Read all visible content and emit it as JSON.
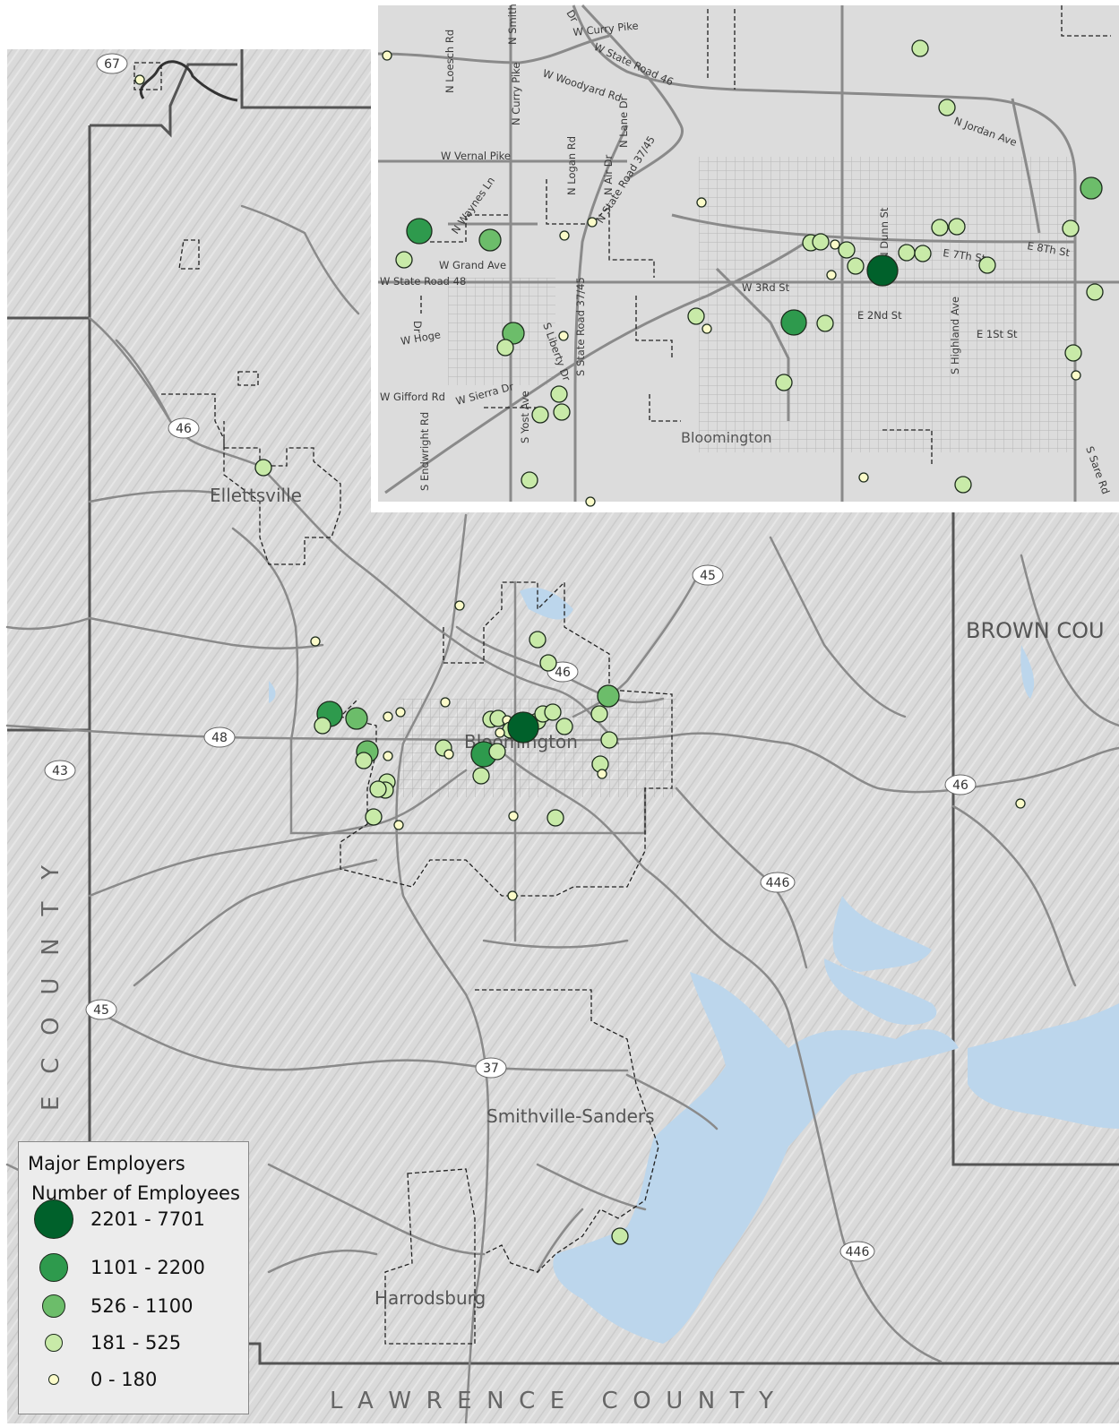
{
  "colors": {
    "background": "#dcdcdc",
    "road": "#8a8a8a",
    "county_line": "#555555",
    "water": "#bcd6ec",
    "class_5": "#00612b",
    "class_4": "#2e9a4d",
    "class_3": "#6cbd6a",
    "class_2": "#c8eaa8",
    "class_1": "#fbfbc9"
  },
  "places": {
    "ellettsville": "Ellettsville",
    "bloomington": "Bloomington",
    "smithville": "Smithville-Sanders",
    "harrodsburg": "Harrodsburg",
    "brown_county": "BROWN COU",
    "lawrence_county": "L  A  W  R  E  N  C  E     C  O  U  N  T  Y",
    "west_county": "E   C   O   U   N   T   Y"
  },
  "shields": {
    "s67": "67",
    "s46a": "46",
    "s45a": "45",
    "s46b": "46",
    "s48": "48",
    "s43": "43",
    "s46c": "46",
    "s446a": "446",
    "s45b": "45",
    "s37": "37",
    "s446b": "446"
  },
  "inset": {
    "streets": {
      "loesch": "N Loesch Rd",
      "smith": "N Smith",
      "curry": "W Curry Pike",
      "sr46": "W State Road 46",
      "woodyard": "W Woodyard Rd",
      "curry_pike": "N Curry Pike",
      "lane": "N Lane Dr",
      "logan": "N Logan Rd",
      "air": "N Air Dr",
      "sr3745": "N State Road 37/45",
      "vernal": "W Vernal Pike",
      "waynes": "N Waynes Ln",
      "grand": "W Grand Ave",
      "sr48": "W State Road 48",
      "hoge": "W Hoge",
      "gifford": "W Gifford Rd",
      "sierra": "W Sierra Dr",
      "endwright": "S Endwright Rd",
      "yost": "S Yost Ave",
      "liberty": "S Liberty Dr",
      "ssr3745": "S State Road 37/45",
      "third": "W 3Rd St",
      "second": "E 2Nd St",
      "first": "E 1St St",
      "seventh": "E 7Th St",
      "eighth": "E 8Th St",
      "dunn": "N Dunn St",
      "highland": "S Highland Ave",
      "jordan": "N Jordan Ave",
      "sare": "S Sare Rd",
      "dr": "Dr",
      "bloomington": "Bloomington"
    }
  },
  "legend": {
    "title": "Major Employers",
    "subtitle": "Number of Employees",
    "classes": [
      {
        "label": "2201 - 7701",
        "color": "#00612b",
        "size": 44
      },
      {
        "label": "1101 - 2200",
        "color": "#2e9a4d",
        "size": 32
      },
      {
        "label": "526 - 1100",
        "color": "#6cbd6a",
        "size": 26
      },
      {
        "label": "181 - 525",
        "color": "#c8eaa8",
        "size": 20
      },
      {
        "label": "0 - 180",
        "color": "#fbfbc9",
        "size": 12
      }
    ]
  },
  "employers_main_count_by_class": {
    "2201 - 7701": 1,
    "1101 - 2200": 3,
    "526 - 1100": 4,
    "181 - 525": 24,
    "0 - 180": 12
  }
}
